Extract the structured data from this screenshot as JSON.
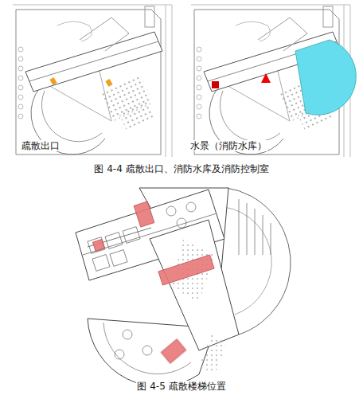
{
  "diagram": {
    "caption": "图 4-5 疏散楼梯位置",
    "labels": [
      "疏散出口",
      "水景（消防水库）",
      "图 4-4 疏散出口、消防水库及消防控制室"
    ]
  }
}
